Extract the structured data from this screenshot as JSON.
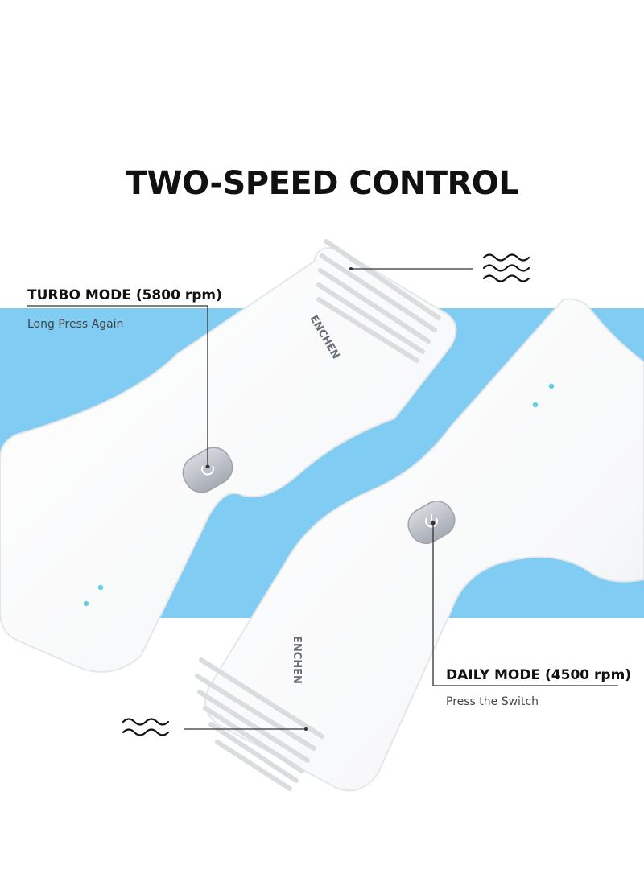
{
  "title": "TWO-SPEED CONTROL",
  "turbo": {
    "heading": "TURBO MODE (5800 rpm)",
    "action": "Long Press Again"
  },
  "daily": {
    "heading": "DAILY MODE (4500 rpm)",
    "action": "Press the Switch"
  },
  "brand": "ENCHEN",
  "colors": {
    "band": "#80ccf2",
    "body": "#ffffff",
    "shadow": "#dfe3e6",
    "button": "#b8bcc4",
    "led": "#5fd0d8",
    "text": "#111111"
  },
  "icons": [
    "wave-icon",
    "power-icon"
  ]
}
